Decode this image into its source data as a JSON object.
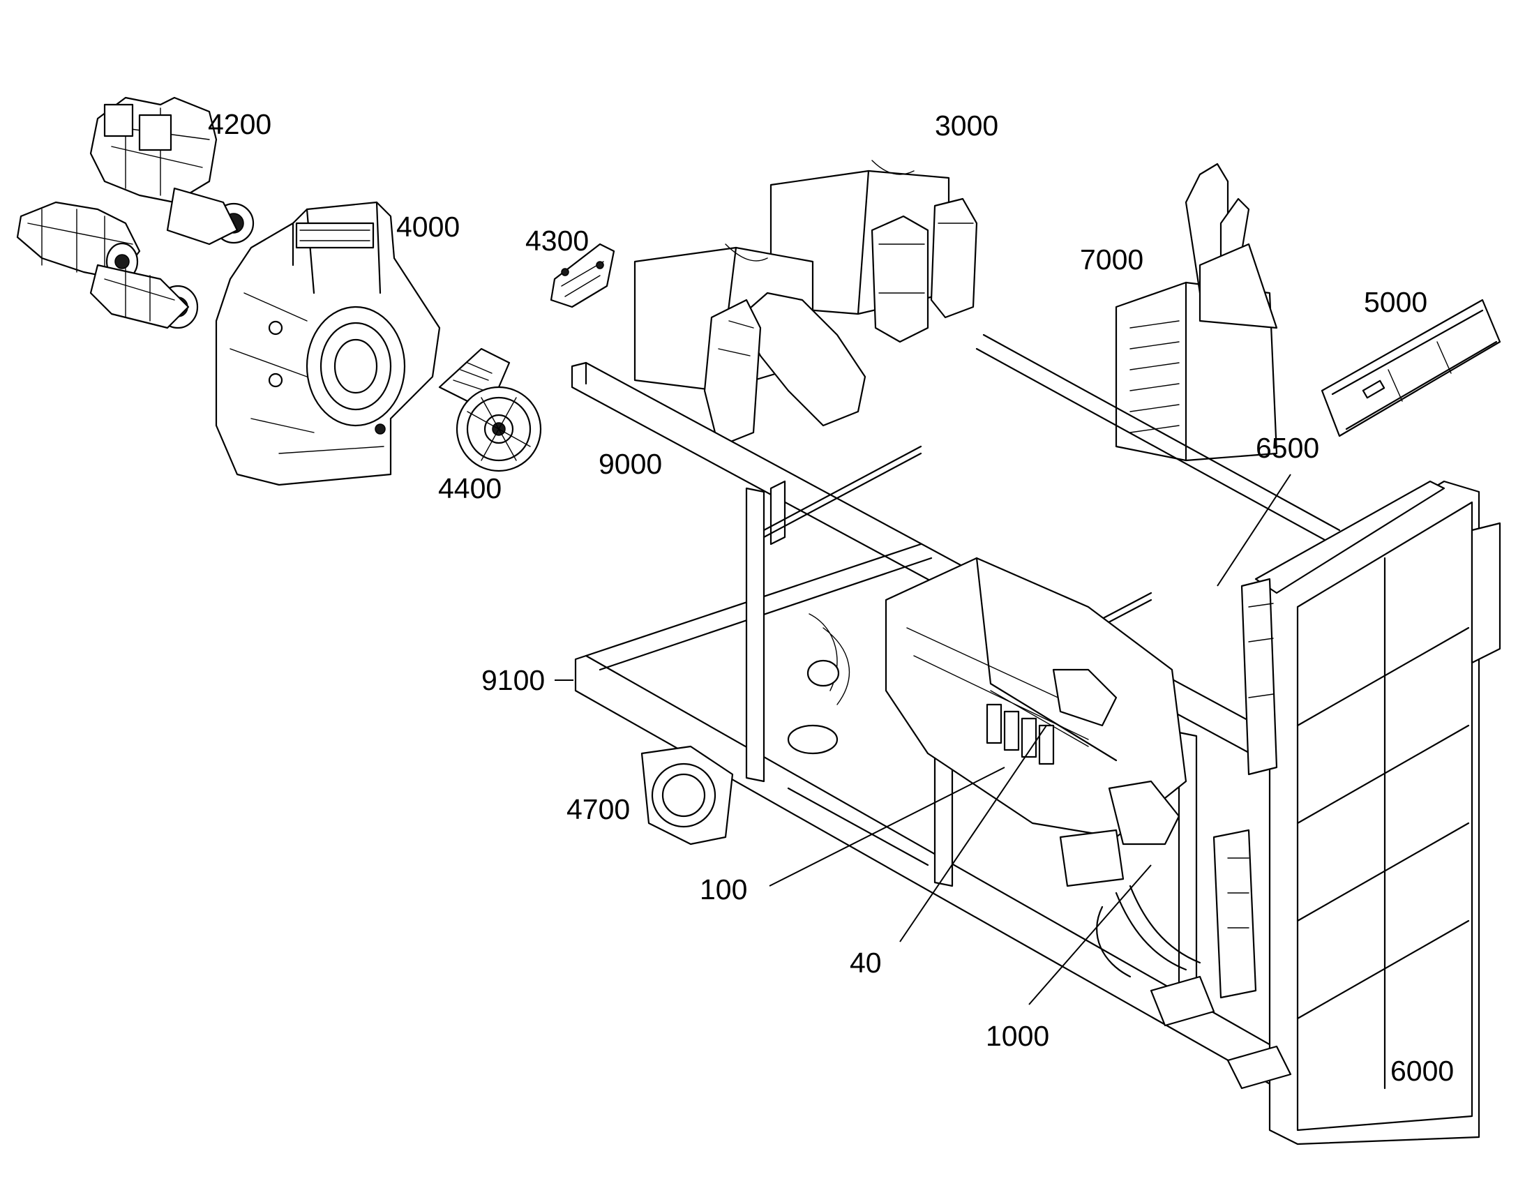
{
  "callouts": {
    "c4200": "4200",
    "c4000": "4000",
    "c3000": "3000",
    "c4300": "4300",
    "c7000": "7000",
    "c5000": "5000",
    "c4400": "4400",
    "c9000": "9000",
    "c6500": "6500",
    "c9100": "9100",
    "c4700": "4700",
    "c100": "100",
    "c40": "40",
    "c1000": "1000",
    "c6000": "6000"
  }
}
